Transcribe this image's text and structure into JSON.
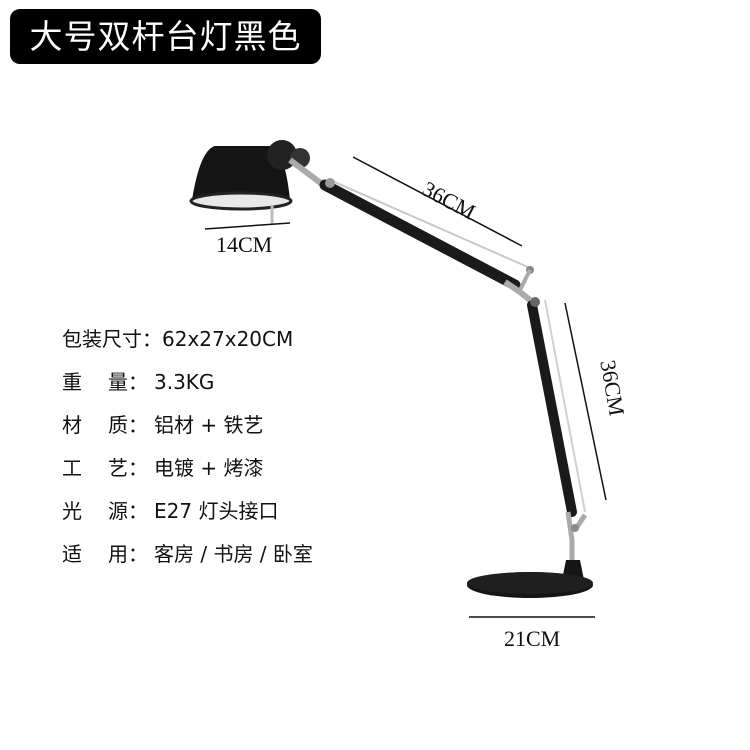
{
  "title": "大号双杆台灯黑色",
  "specs": [
    {
      "label_a": "包装尺寸",
      "label_b": "",
      "sep": "：",
      "value": "62x27x20CM"
    },
    {
      "label_a": "重",
      "label_b": "量",
      "sep": "：",
      "value": "3.3KG"
    },
    {
      "label_a": "材",
      "label_b": "质",
      "sep": "：",
      "value": "铝材 + 铁艺"
    },
    {
      "label_a": "工",
      "label_b": "艺",
      "sep": "：",
      "value": "电镀 + 烤漆"
    },
    {
      "label_a": "光",
      "label_b": "源",
      "sep": "：",
      "value": "E27 灯头接口"
    },
    {
      "label_a": "适",
      "label_b": "用",
      "sep": "：",
      "value": "客房 / 书房 / 卧室"
    }
  ],
  "dimensions": {
    "shade_width": "14CM",
    "upper_arm": "36CM",
    "lower_arm": "36CM",
    "base_width": "21CM"
  },
  "colors": {
    "title_bg": "#000000",
    "title_text": "#ffffff",
    "lamp_body": "#1a1a1a",
    "chrome": "#b8b8b8"
  }
}
